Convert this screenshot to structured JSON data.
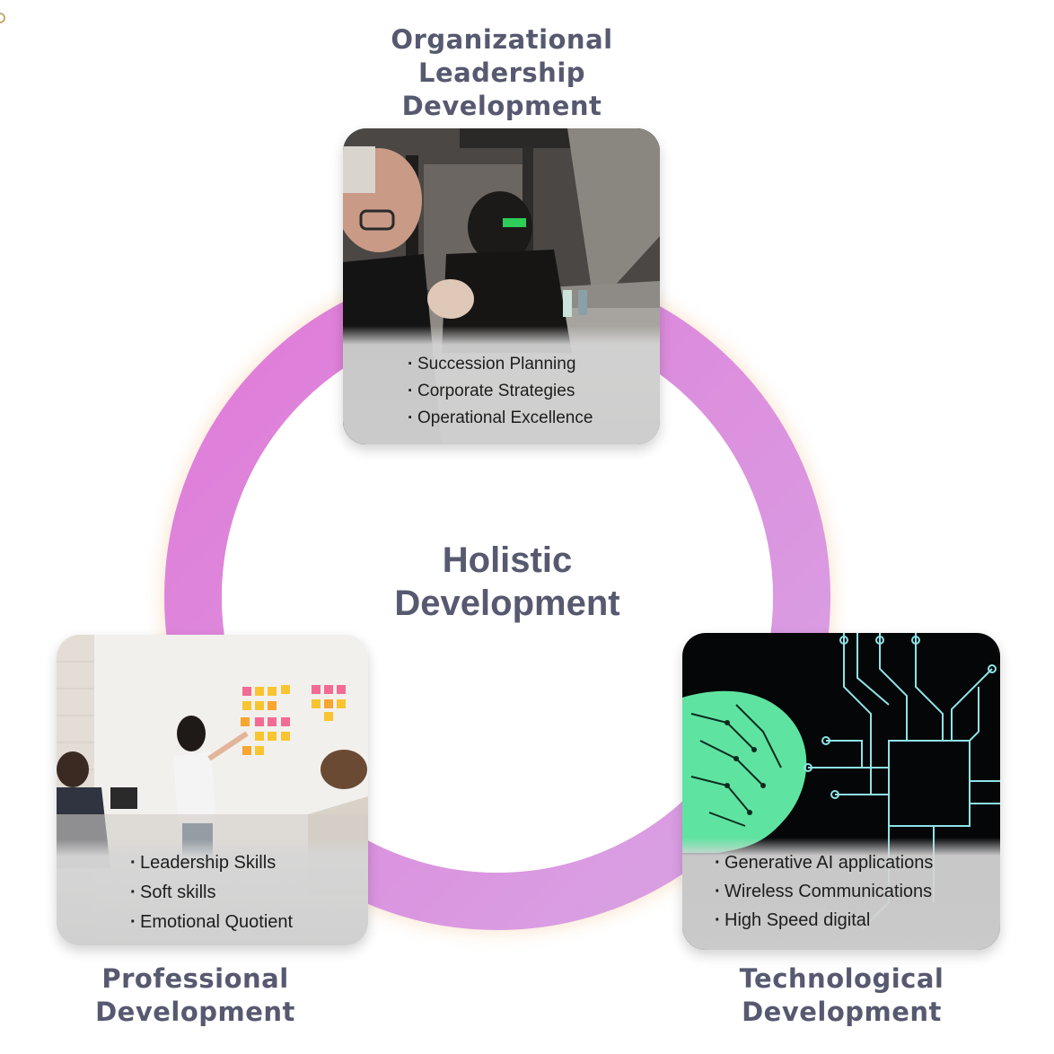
{
  "center": {
    "line1": "Holistic",
    "line2": "Development"
  },
  "sections": {
    "organizational": {
      "title_lines": [
        "Organizational",
        "Leadership",
        "Development"
      ],
      "bullets": [
        "Succession Planning",
        "Corporate Strategies",
        "Operational Excellence"
      ],
      "photo_icon": "meeting-photo"
    },
    "professional": {
      "title_lines": [
        "Professional",
        "Development"
      ],
      "bullets": [
        "Leadership Skills",
        "Soft skills",
        "Emotional Quotient"
      ],
      "photo_icon": "workshop-photo"
    },
    "technological": {
      "title_lines": [
        "Technological",
        "Development"
      ],
      "bullets": [
        "Generative AI applications",
        "Wireless Communications",
        "High Speed digital"
      ],
      "photo_icon": "circuit-brain-photo"
    }
  },
  "colors": {
    "ring_start": "#e079d7",
    "ring_end": "#d9a1e3",
    "ring_glow": "#f6cfa6",
    "title_text": "#56596f"
  }
}
